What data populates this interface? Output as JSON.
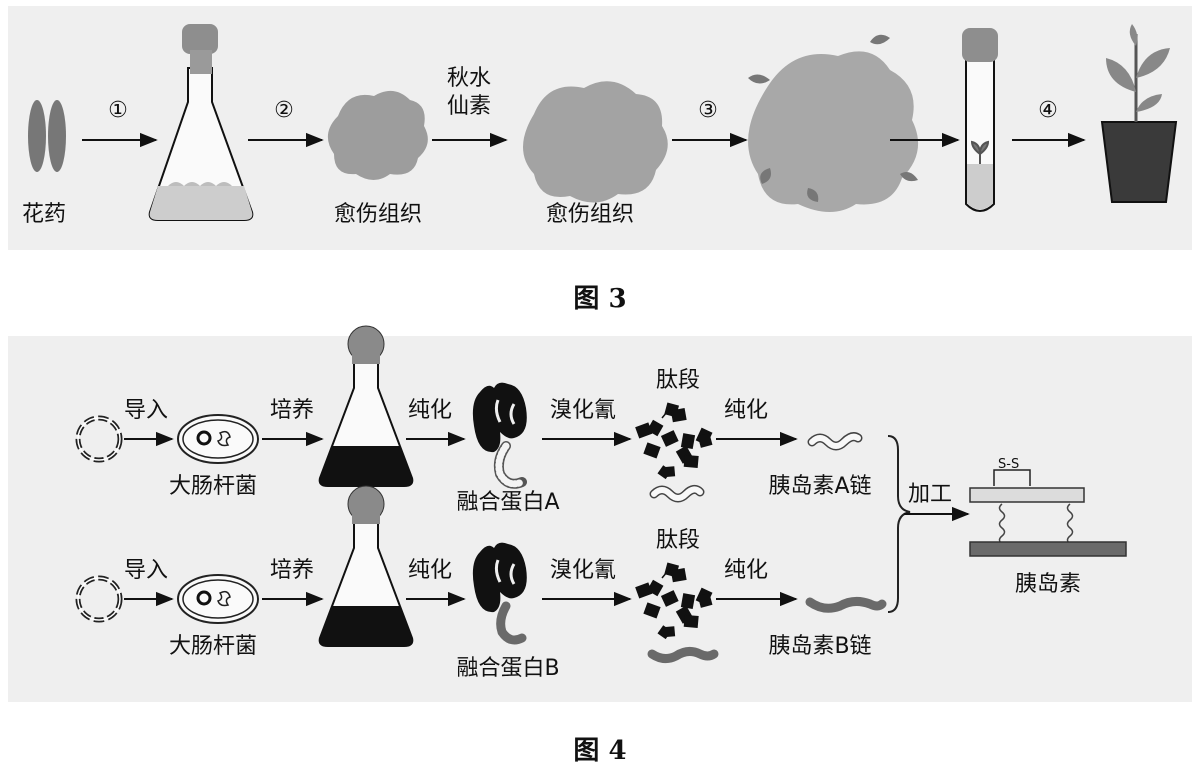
{
  "figure3": {
    "caption": "图 3",
    "anther_label": "花药",
    "step1": "①",
    "step2": "②",
    "callus1_label": "愈伤组织",
    "colchicine_line1": "秋水",
    "colchicine_line2": "仙素",
    "callus2_label": "愈伤组织",
    "step3": "③",
    "step4": "④"
  },
  "figure4": {
    "caption": "图 4",
    "row_a": {
      "import_label": "导入",
      "bacteria_label": "大肠杆菌",
      "culture_label": "培养",
      "purify1_label": "纯化",
      "fusion_label": "融合蛋白A",
      "cnbr_label": "溴化氰",
      "peptide_label": "肽段",
      "purify2_label": "纯化",
      "chain_label": "胰岛素A链"
    },
    "row_b": {
      "import_label": "导入",
      "bacteria_label": "大肠杆菌",
      "culture_label": "培养",
      "purify1_label": "纯化",
      "fusion_label": "融合蛋白B",
      "cnbr_label": "溴化氰",
      "peptide_label": "肽段",
      "purify2_label": "纯化",
      "chain_label": "胰岛素B链"
    },
    "process_label": "加工",
    "disulfide_label": "S-S",
    "product_label": "胰岛素"
  }
}
